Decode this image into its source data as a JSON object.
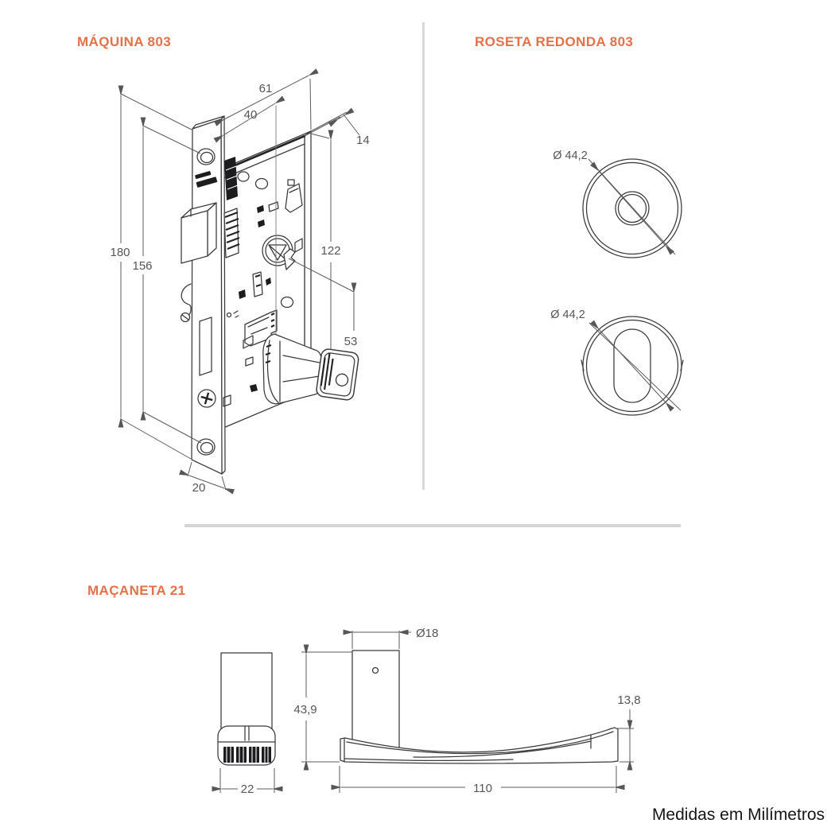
{
  "page": {
    "footer_note": "Medidas em Milímetros",
    "units": "mm",
    "accent_color": "#E2714A",
    "line_color": "#39393b",
    "dim_color": "#55555a",
    "divider_color": "#d9d9d9"
  },
  "sections": {
    "maquina": {
      "title": "MÁQUINA 803",
      "dims": {
        "depth_total": "61",
        "backset": "40",
        "case_thickness": "14",
        "faceplate_height": "180",
        "hole_spacing": "156",
        "body_height": "122",
        "cylinder_distance": "53",
        "faceplate_width": "20"
      }
    },
    "roseta": {
      "title": "ROSETA REDONDA 803",
      "dims": {
        "diameter_top": "Ø 44,2",
        "diameter_bottom": "Ø 44,2"
      }
    },
    "macaneta": {
      "title": "MAÇANETA 21",
      "dims": {
        "knob_width": "22",
        "neck_height": "43,9",
        "neck_diameter": "Ø18",
        "lever_end_height": "13,8",
        "lever_length": "110"
      }
    }
  }
}
